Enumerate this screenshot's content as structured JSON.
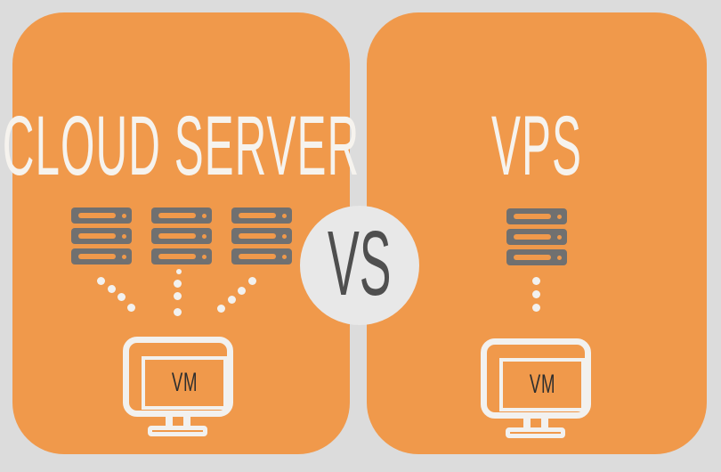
{
  "graphic": {
    "type": "comparison-infographic",
    "vs_label": "VS"
  },
  "cloud_server": {
    "title": "CLOUD SERVER",
    "server_stack_count": 3,
    "servers_per_stack": 3,
    "vm_label": "VM"
  },
  "vps": {
    "title": "VPS",
    "server_stack_count": 1,
    "servers_per_stack": 3,
    "vm_label": "VM"
  },
  "colors": {
    "panel_orange": "#F0994B",
    "background_gray": "#DCDCDC",
    "server_gray": "#707070",
    "badge_gray": "#E8E8E8",
    "icon_white": "#F2F1EF",
    "title_white": "#F6F3EE",
    "vs_text_gray": "#4F4F4F",
    "vm_text_dark": "#2E2E2E"
  }
}
